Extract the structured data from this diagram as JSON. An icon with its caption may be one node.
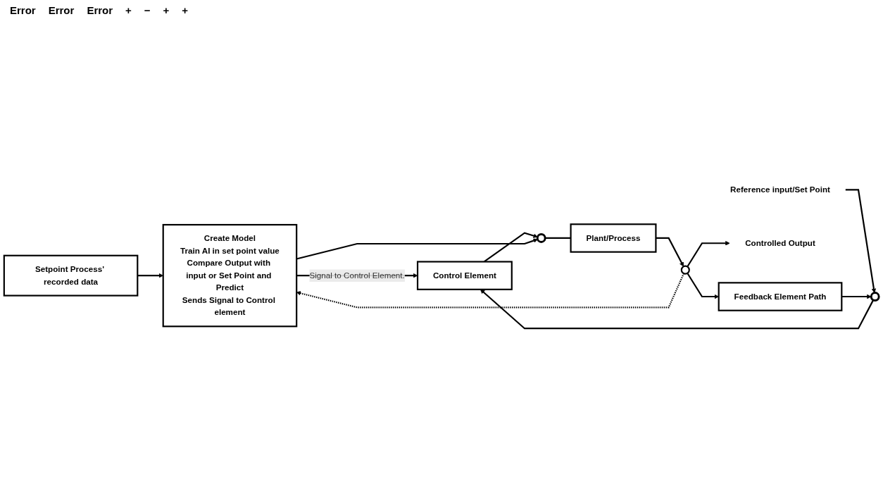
{
  "diagram": {
    "nodes": [
      {
        "text": [
          "Setpoint Process' recorded data"
        ]
      },
      {
        "text": [
          "Create Model",
          "Train AI in set point value",
          "Compare Output with input or Set Point and Predict",
          "Sends Signal to Control element"
        ]
      },
      {
        "text": [
          "Reference input/Set Point"
        ]
      },
      {
        "text": [],
        "shape": "circle"
      },
      {
        "text": [
          "Control Element"
        ]
      },
      {
        "text": [],
        "shape": "circle"
      },
      {
        "text": [
          "Plant/Process"
        ]
      },
      {
        "text": [],
        "shape": "circle"
      },
      {
        "text": [
          "Controlled Output"
        ]
      },
      {
        "text": [
          "Feedback Element Path"
        ]
      }
    ],
    "edges": [
      {
        "from": 0,
        "to": 1,
        "arrow": "to"
      },
      {
        "from": 2,
        "to": 3,
        "arrow": "to"
      },
      {
        "from": 3,
        "to": 4,
        "arrow": "to"
      },
      {
        "from": 4,
        "to": 5,
        "arrow": "to"
      },
      {
        "from": 5,
        "to": 6,
        "arrow": "none"
      },
      {
        "from": 1,
        "to": 4,
        "arrow": "to",
        "label": "Signal to Control Element."
      },
      {
        "from": 1,
        "to": 5,
        "arrow": "to"
      },
      {
        "from": 6,
        "to": 7,
        "arrow": "to"
      },
      {
        "from": 7,
        "to": 8,
        "arrow": "to"
      },
      {
        "from": 7,
        "to": 1,
        "arrow": "to",
        "style": "dashed"
      },
      {
        "from": 7,
        "to": 9,
        "arrow": "to"
      },
      {
        "from": 9,
        "to": 3,
        "arrow": "to"
      }
    ],
    "labels": [
      "Error",
      "Error",
      "Error",
      "+",
      "−",
      "+",
      "+"
    ]
  }
}
